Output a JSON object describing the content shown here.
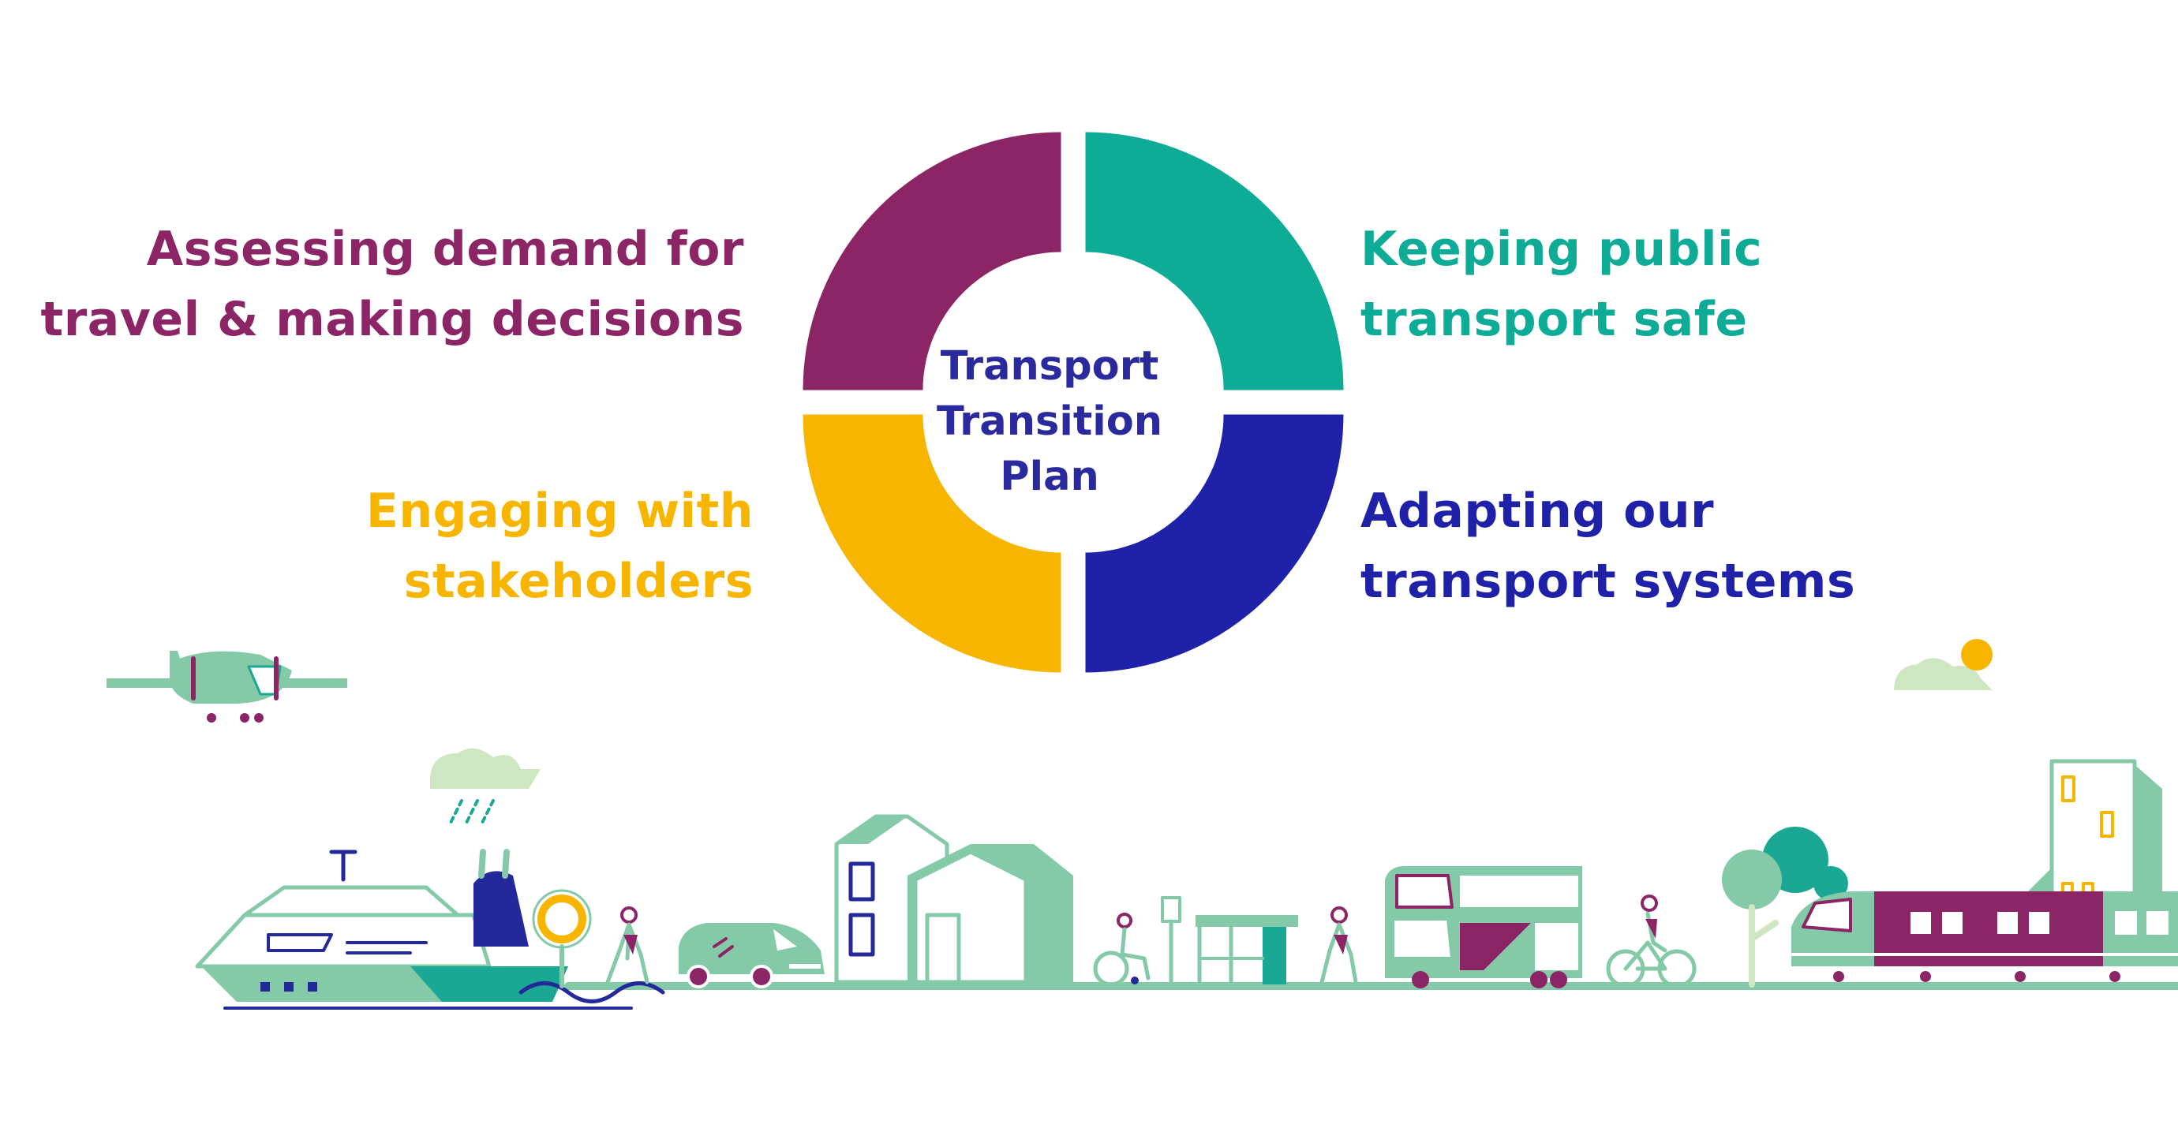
{
  "diagram": {
    "center": {
      "lines": [
        "Transport",
        "Transition",
        "Plan"
      ],
      "color": "#2a2a9e"
    },
    "quadrants": [
      {
        "id": "top-left",
        "lines": [
          "Assessing demand for",
          "travel & making decisions"
        ],
        "color": "#8b2565"
      },
      {
        "id": "top-right",
        "lines": [
          "Keeping public",
          "transport safe"
        ],
        "color": "#0eab96"
      },
      {
        "id": "bottom-left",
        "lines": [
          "Engaging with",
          "stakeholders"
        ],
        "color": "#f7b500"
      },
      {
        "id": "bottom-right",
        "lines": [
          "Adapting our",
          "transport systems"
        ],
        "color": "#1f22a9"
      }
    ]
  },
  "illustration": {
    "palette": {
      "green": "#84c9a8",
      "pale_green": "#cfe6c2",
      "teal": "#1aa894",
      "purple": "#8b2565",
      "navy": "#23299a",
      "orange": "#f7b500",
      "ground": "#84c9a8"
    },
    "icons": [
      "airplane-icon",
      "ferry-icon",
      "rain-cloud-icon",
      "life-ring-icon",
      "pedestrian-icon",
      "electric-car-icon",
      "house-icon",
      "wheelchair-user-icon",
      "bus-stop-icon",
      "double-decker-bus-icon",
      "cyclist-icon",
      "tree-icon",
      "train-icon",
      "tower-building-icon",
      "sun-icon",
      "cloud-icon"
    ]
  }
}
